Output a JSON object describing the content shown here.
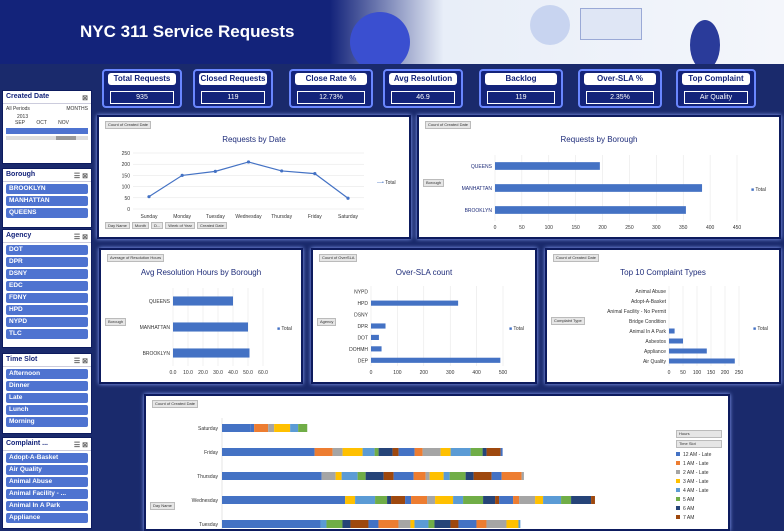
{
  "header": {
    "title": "NYC 311 Service Requests"
  },
  "kpis": [
    {
      "label": "Total Requests",
      "value": "935"
    },
    {
      "label": "Closed Requests",
      "value": "119"
    },
    {
      "label": "Close Rate %",
      "value": "12.73%"
    },
    {
      "label": "Avg Resolution",
      "value": "46.9"
    },
    {
      "label": "Backlog",
      "value": "119"
    },
    {
      "label": "Over-SLA %",
      "value": "2.35%"
    },
    {
      "label": "Top Complaint",
      "value": "Air Quality"
    }
  ],
  "slicers": {
    "date": {
      "title": "Created Date",
      "periods": "All Periods",
      "unit": "MONTHS",
      "year": "2013",
      "months": [
        "SEP",
        "OCT",
        "NOV"
      ]
    },
    "borough": {
      "title": "Borough",
      "items": [
        "BROOKLYN",
        "MANHATTAN",
        "QUEENS"
      ]
    },
    "agency": {
      "title": "Agency",
      "items": [
        "DOT",
        "DPR",
        "DSNY",
        "EDC",
        "FDNY",
        "HPD",
        "NYPD",
        "TLC"
      ]
    },
    "timeslot": {
      "title": "Time Slot",
      "items": [
        "Afternoon",
        "Dinner",
        "Late",
        "Lunch",
        "Morning"
      ]
    },
    "complaint": {
      "title": "Complaint ...",
      "items": [
        "Adopt-A-Basket",
        "Air Quality",
        "Animal Abuse",
        "Animal Facility - ...",
        "Animal In A Park",
        "Appliance"
      ]
    }
  },
  "charts": {
    "by_date": {
      "title": "Requests by Date",
      "tag": "Count of Created Date",
      "legend": "Total",
      "filters": [
        "Day Name",
        "Month",
        "D...",
        "Week of Year",
        "Created Date"
      ]
    },
    "by_borough": {
      "title": "Requests by Borough",
      "tag": "Count of Created Date",
      "legend": "Total",
      "filter": "Borough"
    },
    "avg_res": {
      "title": "Avg Resolution Hours by Borough",
      "tag": "Average of Resolution Hours",
      "legend": "Total",
      "filter": "Borough"
    },
    "over_sla": {
      "title": "Over-SLA count",
      "tag": "Count of OverSLA",
      "legend": "Total",
      "filter": "Agency"
    },
    "top10": {
      "title": "Top 10 Complaint Types",
      "tag": "Count of Created Date",
      "legend": "Total",
      "filter": "Complaint Type"
    },
    "stacked": {
      "tag": "Count of Created Date",
      "filter": "Day Name",
      "legend_filters": [
        "Hours",
        "Time Slot"
      ],
      "legend_items": [
        "12 AM - Late",
        "1 AM - Late",
        "2 AM - Late",
        "3 AM - Late",
        "4 AM - Late",
        "5 AM",
        "6 AM",
        "7 AM"
      ],
      "legend_colors": [
        "#4472c4",
        "#ed7d31",
        "#a5a5a5",
        "#ffc000",
        "#5b9bd5",
        "#70ad47",
        "#264478",
        "#9e480e"
      ]
    }
  },
  "chart_data": [
    {
      "type": "line",
      "title": "Requests by Date",
      "categories": [
        "Sunday",
        "Monday",
        "Tuesday",
        "Wednesday",
        "Thursday",
        "Friday",
        "Saturday"
      ],
      "series": [
        {
          "name": "Total",
          "values": [
            55,
            150,
            168,
            210,
            170,
            158,
            48
          ]
        }
      ],
      "ylim": [
        0,
        250
      ],
      "yticks": [
        0,
        50,
        100,
        150,
        200,
        250
      ]
    },
    {
      "type": "bar",
      "title": "Requests by Borough",
      "categories": [
        "QUEENS",
        "MANHATTAN",
        "BROOKLYN"
      ],
      "series": [
        {
          "name": "Total",
          "values": [
            195,
            385,
            355
          ]
        }
      ],
      "xlim": [
        0,
        450
      ],
      "xticks": [
        0,
        50,
        100,
        150,
        200,
        250,
        300,
        350,
        400,
        450
      ]
    },
    {
      "type": "bar",
      "title": "Avg Resolution Hours by Borough",
      "categories": [
        "QUEENS",
        "MANHATTAN",
        "BROOKLYN"
      ],
      "series": [
        {
          "name": "Total",
          "values": [
            40,
            50,
            51
          ]
        }
      ],
      "xlim": [
        0,
        60
      ],
      "xticks": [
        "0.0",
        "10.0",
        "20.0",
        "30.0",
        "40.0",
        "50.0",
        "60.0"
      ]
    },
    {
      "type": "bar",
      "title": "Over-SLA count",
      "categories": [
        "NYPD",
        "HPD",
        "DSNY",
        "DPR",
        "DOT",
        "DOHMH",
        "DEP"
      ],
      "series": [
        {
          "name": "Total",
          "values": [
            0,
            330,
            0,
            55,
            30,
            40,
            490
          ]
        }
      ],
      "xlim": [
        0,
        500
      ],
      "xticks": [
        0,
        100,
        200,
        300,
        400,
        500
      ]
    },
    {
      "type": "bar",
      "title": "Top 10 Complaint Types",
      "categories": [
        "Animal Abuse",
        "Adopt-A-Basket",
        "Animal Facility - No Permit",
        "Bridge Condition",
        "Animal In A Park",
        "Asbestos",
        "Appliance",
        "Air Quality"
      ],
      "series": [
        {
          "name": "Total",
          "values": [
            0,
            0,
            0,
            0,
            20,
            50,
            135,
            235
          ]
        }
      ],
      "xlim": [
        0,
        250
      ],
      "xticks": [
        0,
        50,
        100,
        150,
        200,
        250
      ]
    },
    {
      "type": "bar",
      "title": "",
      "categories": [
        "Saturday",
        "Friday",
        "Thursday",
        "Wednesday",
        "Tuesday"
      ],
      "series": [
        {
          "name": "Total",
          "values": [
            48,
            158,
            170,
            210,
            168
          ]
        }
      ],
      "xlim": [
        0,
        250
      ]
    }
  ]
}
